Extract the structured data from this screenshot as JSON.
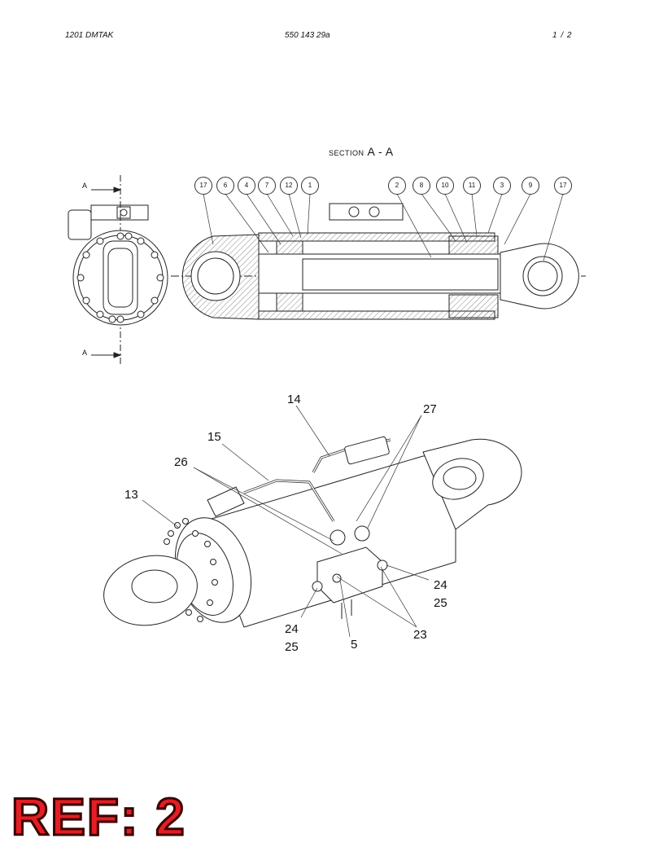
{
  "header": {
    "left": "1201 DMTAK",
    "center": "550 143 29a",
    "right": "1 /  2"
  },
  "section_title": {
    "prefix": "SECTION",
    "name": "A - A"
  },
  "section_markers": [
    "A",
    "A"
  ],
  "callouts_top": [
    "17",
    "6",
    "4",
    "7",
    "12",
    "1",
    "2",
    "8",
    "10",
    "11",
    "3",
    "9",
    "17"
  ],
  "labels_bottom": {
    "l14": "14",
    "l27": "27",
    "l15": "15",
    "l26": "26",
    "l13": "13",
    "l24a": "24",
    "l25a": "25",
    "l24b": "24",
    "l25b": "25",
    "l23": "23",
    "l5": "5"
  },
  "ref": "REF: 2"
}
